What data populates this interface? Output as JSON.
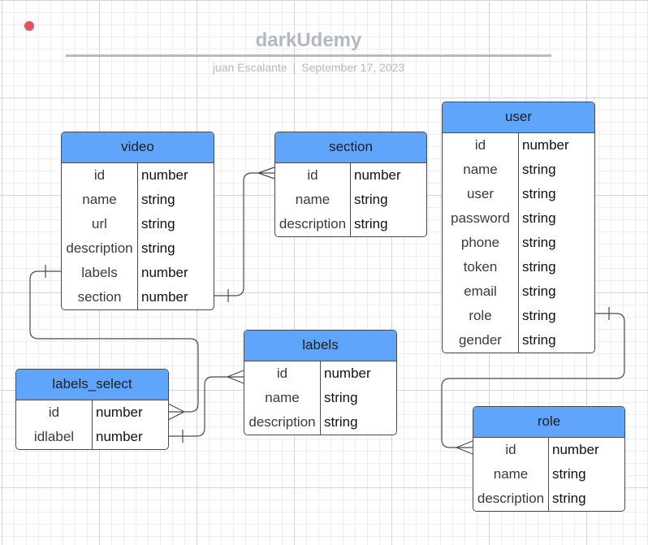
{
  "document": {
    "title": "darkUdemy",
    "author": "juan Escalante",
    "separator": "|",
    "date": "September 17, 2023"
  },
  "colors": {
    "header_fill": "#5fa5fb",
    "border": "#4a4a4a",
    "accent_dot": "#e15360",
    "title_gray": "#b3b8c1"
  },
  "entities": {
    "video": {
      "name": "video",
      "fields": [
        {
          "name": "id",
          "type": "number"
        },
        {
          "name": "name",
          "type": "string"
        },
        {
          "name": "url",
          "type": "string"
        },
        {
          "name": "description",
          "type": "string"
        },
        {
          "name": "labels",
          "type": "number"
        },
        {
          "name": "section",
          "type": "number"
        }
      ]
    },
    "section": {
      "name": "section",
      "fields": [
        {
          "name": "id",
          "type": "number"
        },
        {
          "name": "name",
          "type": "string"
        },
        {
          "name": "description",
          "type": "string"
        }
      ]
    },
    "user": {
      "name": "user",
      "fields": [
        {
          "name": "id",
          "type": "number"
        },
        {
          "name": "name",
          "type": "string"
        },
        {
          "name": "user",
          "type": "string"
        },
        {
          "name": "password",
          "type": "string"
        },
        {
          "name": "phone",
          "type": "string"
        },
        {
          "name": "token",
          "type": "string"
        },
        {
          "name": "email",
          "type": "string"
        },
        {
          "name": "role",
          "type": "string"
        },
        {
          "name": "gender",
          "type": "string"
        }
      ]
    },
    "labels": {
      "name": "labels",
      "fields": [
        {
          "name": "id",
          "type": "number"
        },
        {
          "name": "name",
          "type": "string"
        },
        {
          "name": "description",
          "type": "string"
        }
      ]
    },
    "labels_select": {
      "name": "labels_select",
      "fields": [
        {
          "name": "id",
          "type": "number"
        },
        {
          "name": "idlabel",
          "type": "number"
        }
      ]
    },
    "role": {
      "name": "role",
      "fields": [
        {
          "name": "id",
          "type": "number"
        },
        {
          "name": "name",
          "type": "string"
        },
        {
          "name": "description",
          "type": "string"
        }
      ]
    }
  },
  "relationships": [
    {
      "from_entity": "video",
      "from_field": "section",
      "from_end": "one",
      "to_entity": "section",
      "to_field": "id",
      "to_end": "many"
    },
    {
      "from_entity": "video",
      "from_field": "labels",
      "from_end": "one",
      "to_entity": "labels_select",
      "to_field": "id",
      "to_end": "many"
    },
    {
      "from_entity": "labels_select",
      "from_field": "idlabel",
      "from_end": "one",
      "to_entity": "labels",
      "to_field": "id",
      "to_end": "many"
    },
    {
      "from_entity": "user",
      "from_field": "role",
      "from_end": "one",
      "to_entity": "role",
      "to_field": "id",
      "to_end": "many"
    }
  ]
}
